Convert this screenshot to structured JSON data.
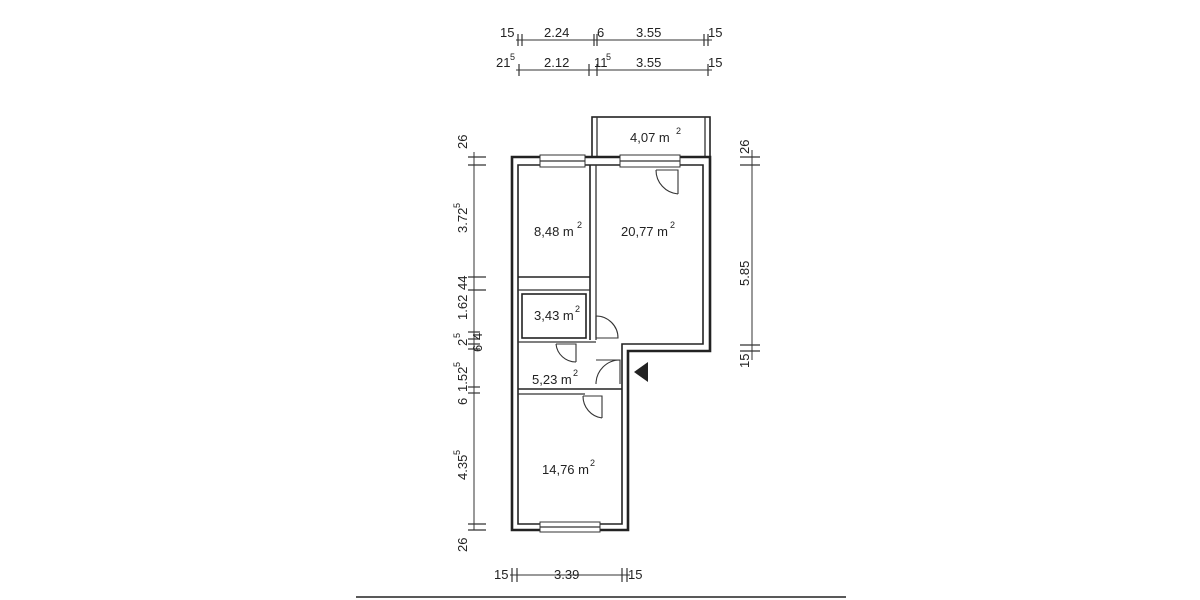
{
  "rooms": {
    "balcony": {
      "base": "4,07 m",
      "exp": "2"
    },
    "room_a": {
      "base": "8,48 m",
      "exp": "2"
    },
    "room_b": {
      "base": "20,77 m",
      "exp": "2"
    },
    "bath": {
      "base": "3,43 m",
      "exp": "2"
    },
    "hall": {
      "base": "5,23 m",
      "exp": "2"
    },
    "kitchen": {
      "base": "14,76 m",
      "exp": "2"
    }
  },
  "dims": {
    "top1": {
      "a": "15",
      "b": "2.24",
      "c": "6",
      "d": "3.55",
      "e": "15"
    },
    "top2": {
      "a": "21",
      "a_exp": "5",
      "b": "2.12",
      "c": "11",
      "c_exp": "5",
      "d": "3.55",
      "e": "15"
    },
    "left": {
      "d1": "26",
      "d2": "3.72",
      "d2_exp": "5",
      "d3": "44",
      "d4": "1.62",
      "d5": "2",
      "d5_exp": "5",
      "d6": "6",
      "d7": "4",
      "d8": "1.52",
      "d8_exp": "5",
      "d9": "6",
      "d10": "4.35",
      "d10_exp": "5",
      "d11": "26"
    },
    "right": {
      "r1": "26",
      "r2": "5.85",
      "r3": "15"
    },
    "bottom": {
      "b1": "15",
      "b2": "3.39",
      "b3": "15"
    }
  }
}
